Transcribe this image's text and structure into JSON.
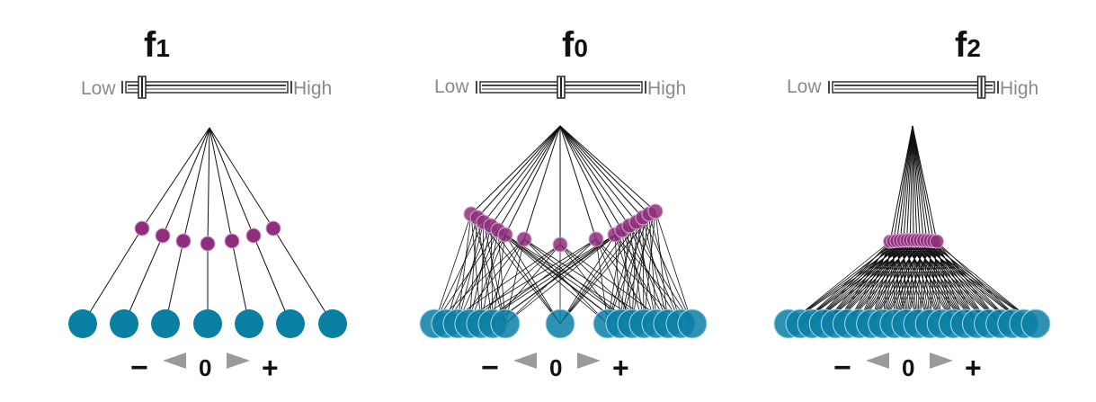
{
  "panels": [
    {
      "id": "f1",
      "title_main": "f",
      "title_sub": "1",
      "slider": {
        "low_label": "Low",
        "high_label": "High",
        "value": 0.1
      },
      "axis": {
        "minus": "−",
        "zero": "0",
        "plus": "+"
      },
      "bottom_units": 7,
      "middle_units": 7,
      "colors": {
        "bottom": "#0a7fa4",
        "middle": "#8e2f7d"
      }
    },
    {
      "id": "f0",
      "title_main": "f",
      "title_sub": "0",
      "slider": {
        "low_label": "Low",
        "high_label": "High",
        "value": 0.5
      },
      "axis": {
        "minus": "−",
        "zero": "0",
        "plus": "+"
      },
      "bottom_units": 17,
      "middle_units": 17,
      "colors": {
        "bottom": "#0a7fa4",
        "middle": "#8e2f7d"
      }
    },
    {
      "id": "f2",
      "title_main": "f",
      "title_sub": "2",
      "slider": {
        "low_label": "Low",
        "high_label": "High",
        "value": 0.92
      },
      "axis": {
        "minus": "−",
        "zero": "0",
        "plus": "+"
      },
      "bottom_units": 22,
      "middle_units": 15,
      "colors": {
        "bottom": "#0a7fa4",
        "middle": "#8e2f7d"
      }
    }
  ]
}
